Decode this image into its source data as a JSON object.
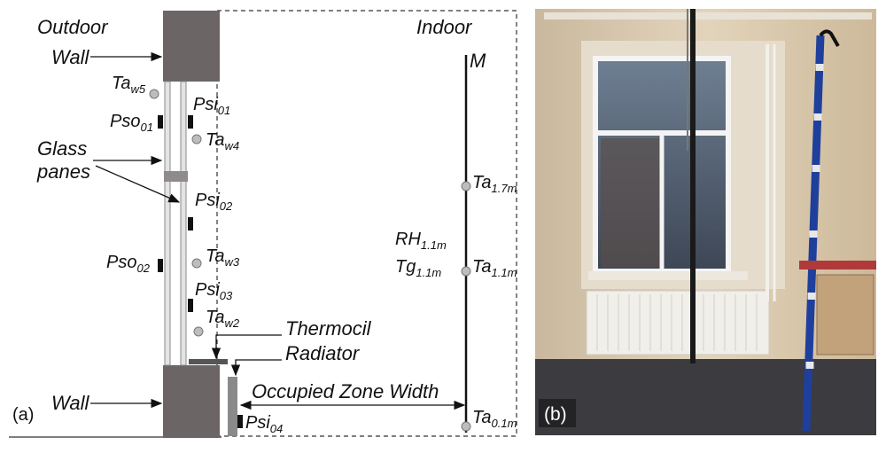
{
  "panel_a": {
    "label": "(a)",
    "outdoor": "Outdoor",
    "indoor": "Indoor",
    "wall_top": "Wall",
    "wall_bottom": "Wall",
    "glass_line1": "Glass",
    "glass_line2": "panes",
    "thermocil": "Thermocil",
    "radiator": "Radiator",
    "occupied_zone": "Occupied Zone Width",
    "mast": "M",
    "sensors": [
      {
        "base": "Ta",
        "sub": "w5"
      },
      {
        "base": "Psi",
        "sub": "01"
      },
      {
        "base": "Pso",
        "sub": "01"
      },
      {
        "base": "Ta",
        "sub": "w4"
      },
      {
        "base": "Psi",
        "sub": "02"
      },
      {
        "base": "Ta",
        "sub": "w3"
      },
      {
        "base": "Pso",
        "sub": "02"
      },
      {
        "base": "Psi",
        "sub": "03"
      },
      {
        "base": "Ta",
        "sub": "w2"
      },
      {
        "base": "Psi",
        "sub": "04"
      },
      {
        "base": "Ta",
        "sub": "1.7m"
      },
      {
        "base": "RH",
        "sub": "1.1m"
      },
      {
        "base": "Tg",
        "sub": "1.1m"
      },
      {
        "base": "Ta",
        "sub": "1.1m"
      },
      {
        "base": "Ta",
        "sub": "0.1m"
      }
    ]
  },
  "panel_b": {
    "label": "(b)"
  }
}
